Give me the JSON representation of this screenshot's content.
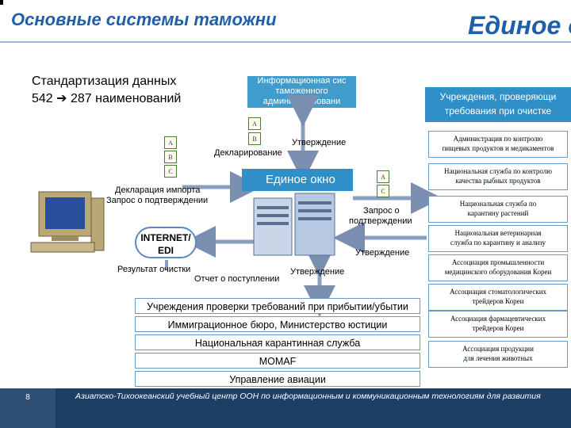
{
  "header": {
    "title_left": "Основные системы таможни",
    "title_right": "Единое ок"
  },
  "standardization": {
    "line1": "Стандартизация данных",
    "line2": "542 ➔ 287 наименований"
  },
  "info_system": {
    "line1": "Информационная сис",
    "line2": "таможенного",
    "line3": "администрировани"
  },
  "agencies_header": {
    "line1": "Учреждения, проверяющи",
    "line2": "требования при очистке"
  },
  "docs": {
    "a": "A",
    "b": "B",
    "c": "C"
  },
  "labels": {
    "approval_top": "Утверждение",
    "declaring": "Декларирование",
    "single_window": "Единое окно",
    "import_decl": "Декларация импорта",
    "confirm_request": "Запрос о подтверждении",
    "request_line1": "Запрос о",
    "request_line2": "подтверждении",
    "approval_right": "Утверждение",
    "clearance_result": "Результат очистки",
    "arrival_report": "Отчет о поступлении",
    "approval_bottom": "Утверждение"
  },
  "internet": {
    "line1": "INTERNET/",
    "line2": "EDI"
  },
  "agencies": [
    {
      "line1": "Администрация по контролю",
      "line2": "пищевых продуктов и медикаментов"
    },
    {
      "line1": "Национальная служба по контролю",
      "line2": "качества рыбных продуктов"
    },
    {
      "line1": "Национальная служба по",
      "line2": "карантину растений"
    },
    {
      "line1": "Национальная ветеринарная",
      "line2": "служба по карантину и анализу"
    },
    {
      "line1": "Ассоциация промышленности",
      "line2": "медицинского оборудования Кореи"
    },
    {
      "line1": "Ассоциация стоматологических",
      "line2": "трейдеров Кореи"
    },
    {
      "line1": "Ассоциация фармацевтических",
      "line2": "трейдеров Кореи"
    },
    {
      "line1": "Ассоциация продукции",
      "line2": "для лечения животных"
    }
  ],
  "stack": [
    "Учреждения проверки требований при прибытии/убытии",
    "Иммиграционное бюро, Министерство юстиции",
    "Национальная карантинная служба",
    "MOMAF",
    "Управление авиации"
  ],
  "footer": {
    "page": "8",
    "text": "Азиатско-Тихоокеанский учебный центр ООН по информационным и коммуникационным технологиям для развития"
  },
  "colors": {
    "title": "#1f5fa8",
    "box_blue": "#2f8fc6",
    "footer_bg": "#1d3f66"
  }
}
